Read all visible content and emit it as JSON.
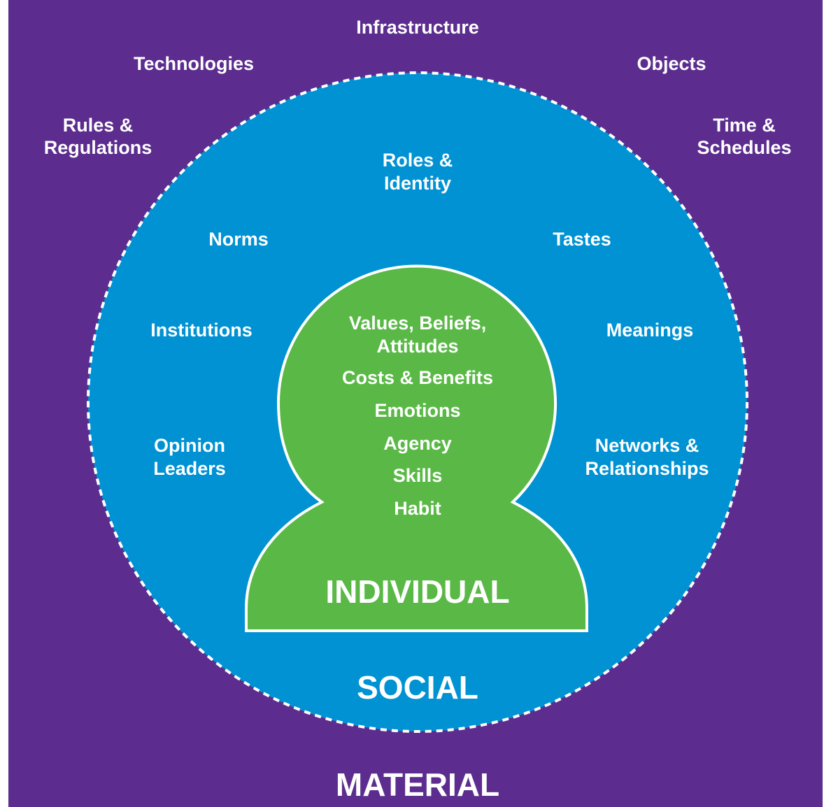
{
  "colors": {
    "material": "#5c2d8e",
    "social": "#0092d2",
    "individual": "#5ab946",
    "text": "#ffffff"
  },
  "material": {
    "title": "MATERIAL",
    "items": [
      "Infrastructure",
      "Technologies",
      "Objects",
      "Rules &",
      "Regulations",
      "Time &",
      "Schedules"
    ]
  },
  "social": {
    "title": "SOCIAL",
    "items": [
      "Roles &",
      "Identity",
      "Norms",
      "Tastes",
      "Institutions",
      "Meanings",
      "Opinion",
      "Leaders",
      "Networks &",
      "Relationships"
    ]
  },
  "individual": {
    "title": "INDIVIDUAL",
    "items": [
      "Values, Beliefs,",
      "Attitudes",
      "Costs & Benefits",
      "Emotions",
      "Agency",
      "Skills",
      "Habit"
    ]
  }
}
